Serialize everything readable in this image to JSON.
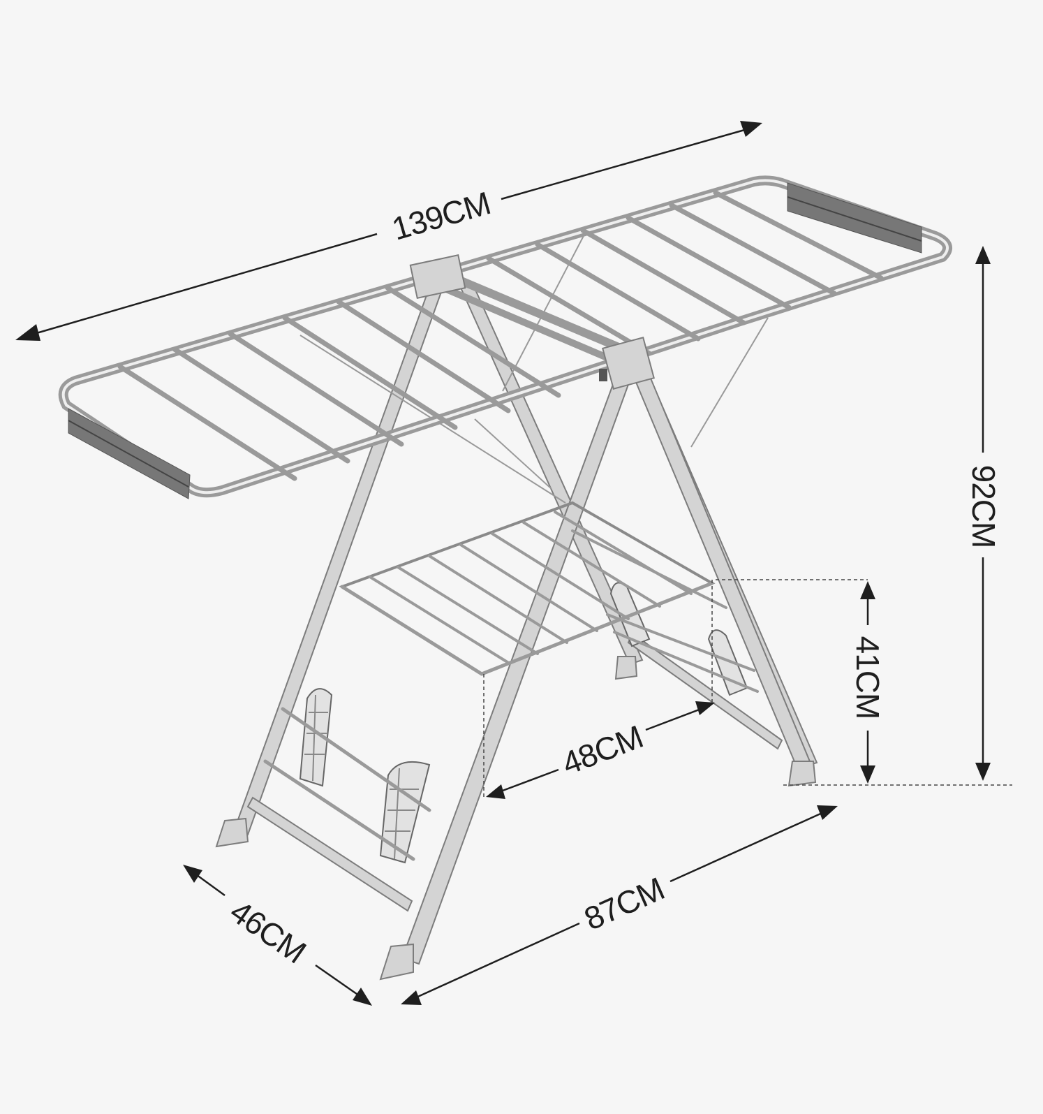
{
  "dimensions": {
    "length_top": "139CM",
    "height_total": "92CM",
    "height_lower_shelf": "41CM",
    "width_lower_shelf": "48CM",
    "depth_base": "46CM",
    "width_base": "87CM"
  },
  "colors": {
    "background": "#f6f6f6",
    "metal": "#c8c8c8",
    "metal_dark": "#7c7c7c",
    "rubber": "#777777",
    "dimension_lines": "#1e1e1e"
  }
}
